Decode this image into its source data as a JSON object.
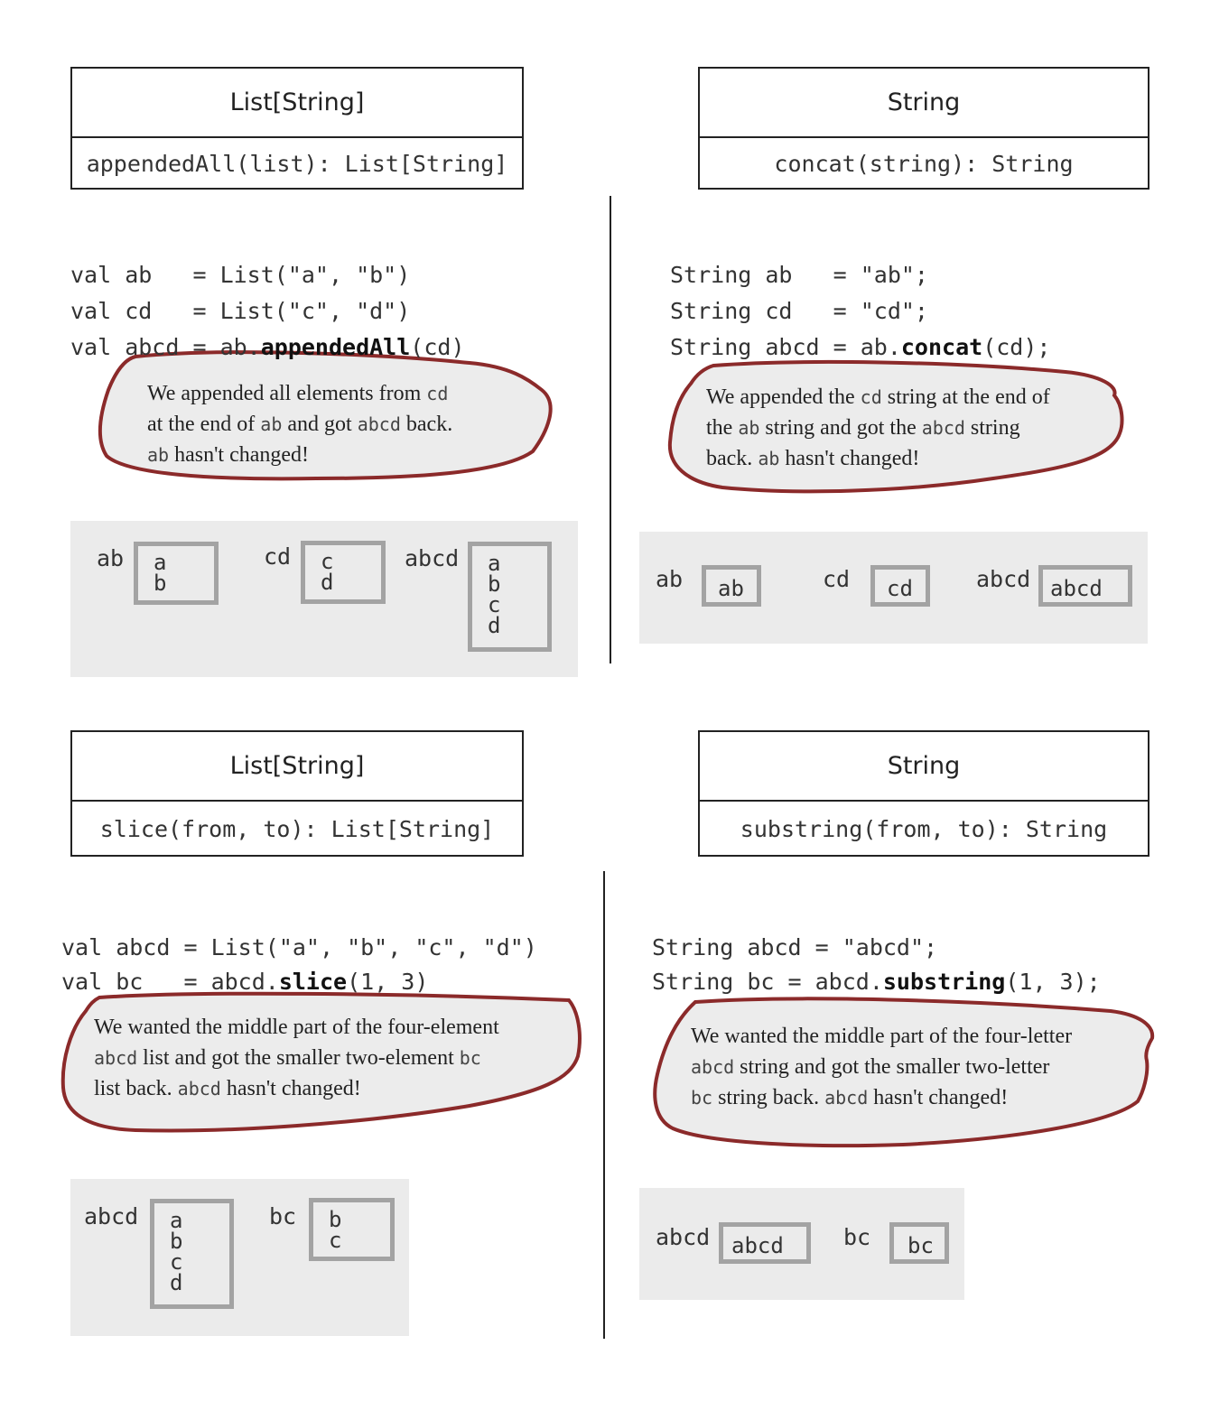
{
  "q1": {
    "type_title": "List[String]",
    "method": "appendedAll(list): List[String]",
    "code": [
      {
        "pre": "val ab   = List(\"a\", \"b\")",
        "bold": "",
        "post": ""
      },
      {
        "pre": "val cd   = List(\"c\", \"d\")",
        "bold": "",
        "post": ""
      },
      {
        "pre": "val abcd = ab.",
        "bold": "appendedAll",
        "post": "(cd)"
      }
    ],
    "note": {
      "l1a": "We appended all elements from ",
      "l1m": "cd",
      "l2a": "at the end of ",
      "l2m1": "ab",
      "l2b": " and got ",
      "l2m2": "abcd",
      "l2c": " back.",
      "l3m": "ab",
      "l3a": " hasn't changed!"
    },
    "state": {
      "ab_label": "ab",
      "ab_items": [
        "a",
        "b"
      ],
      "cd_label": "cd",
      "cd_items": [
        "c",
        "d"
      ],
      "abcd_label": "abcd",
      "abcd_items": [
        "a",
        "b",
        "c",
        "d"
      ]
    }
  },
  "q2": {
    "type_title": "String",
    "method": "concat(string): String",
    "code": [
      {
        "pre": "String ab   = \"ab\";",
        "bold": "",
        "post": ""
      },
      {
        "pre": "String cd   = \"cd\";",
        "bold": "",
        "post": ""
      },
      {
        "pre": "String abcd = ab.",
        "bold": "concat",
        "post": "(cd);"
      }
    ],
    "note": {
      "l1a": "We appended the ",
      "l1m": "cd",
      "l1b": " string at the end of",
      "l2a": "the ",
      "l2m1": "ab",
      "l2b": " string and got the ",
      "l2m2": "abcd",
      "l2c": " string",
      "l3a": "back. ",
      "l3m": "ab",
      "l3b": " hasn't changed!"
    },
    "state": {
      "ab_label": "ab",
      "ab_value": "ab",
      "cd_label": "cd",
      "cd_value": "cd",
      "abcd_label": "abcd",
      "abcd_value": "abcd"
    }
  },
  "q3": {
    "type_title": "List[String]",
    "method": "slice(from, to): List[String]",
    "code": [
      {
        "pre": "val abcd = List(\"a\", \"b\", \"c\", \"d\")",
        "bold": "",
        "post": ""
      },
      {
        "pre": "val bc   = abcd.",
        "bold": "slice",
        "post": "(1, 3)"
      }
    ],
    "note": {
      "l1a": "We wanted the middle part of the four-element",
      "l2m1": "abcd",
      "l2a": " list and got the smaller two-element ",
      "l2m2": "bc",
      "l3a": "list back. ",
      "l3m": "abcd",
      "l3b": " hasn't changed!"
    },
    "state": {
      "abcd_label": "abcd",
      "abcd_items": [
        "a",
        "b",
        "c",
        "d"
      ],
      "bc_label": "bc",
      "bc_items": [
        "b",
        "c"
      ]
    }
  },
  "q4": {
    "type_title": "String",
    "method": "substring(from, to): String",
    "code": [
      {
        "pre": "String abcd = \"abcd\";",
        "bold": "",
        "post": ""
      },
      {
        "pre": "String bc = abcd.",
        "bold": "substring",
        "post": "(1, 3);"
      }
    ],
    "note": {
      "l1a": "We wanted the middle part of the four-letter",
      "l2m1": "abcd",
      "l2a": " string and got the smaller two-letter",
      "l3m1": "bc",
      "l3a": " string back. ",
      "l3m2": "abcd",
      "l3b": " hasn't changed!"
    },
    "state": {
      "abcd_label": "abcd",
      "abcd_value": "abcd",
      "bc_label": "bc",
      "bc_value": "bc"
    }
  },
  "colors": {
    "bubble_outline": "#8b2a2a",
    "bubble_fill": "#ececec",
    "panel_bg": "#ebebeb",
    "box_border": "#a3a3a3"
  }
}
